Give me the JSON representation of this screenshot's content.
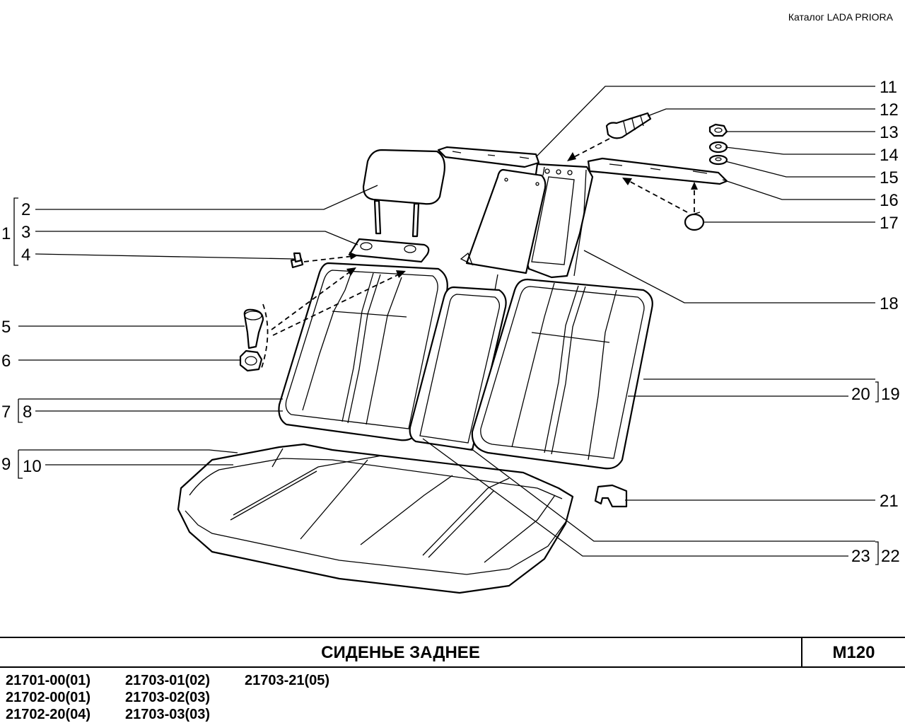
{
  "catalog": "Каталог  LADA  PRIORA",
  "callouts": {
    "left": [
      {
        "n": "2"
      },
      {
        "n": "3"
      },
      {
        "n": "4"
      },
      {
        "n": "1"
      },
      {
        "n": "5"
      },
      {
        "n": "6"
      },
      {
        "n": "7"
      },
      {
        "n": "8"
      },
      {
        "n": "9"
      },
      {
        "n": "10"
      }
    ],
    "right": [
      {
        "n": "11"
      },
      {
        "n": "12"
      },
      {
        "n": "13"
      },
      {
        "n": "14"
      },
      {
        "n": "15"
      },
      {
        "n": "16"
      },
      {
        "n": "17"
      },
      {
        "n": "18"
      },
      {
        "n": "20"
      },
      {
        "n": "19"
      },
      {
        "n": "21"
      },
      {
        "n": "23"
      },
      {
        "n": "22"
      }
    ]
  },
  "title": "СИДЕНЬЕ  ЗАДНЕЕ",
  "sheet_code": "М120",
  "models": [
    [
      "21701-00(01)",
      "21702-00(01)",
      "21702-20(04)"
    ],
    [
      "21703-01(02)",
      "21703-02(03)",
      "21703-03(03)"
    ],
    [
      "21703-21(05)"
    ]
  ]
}
